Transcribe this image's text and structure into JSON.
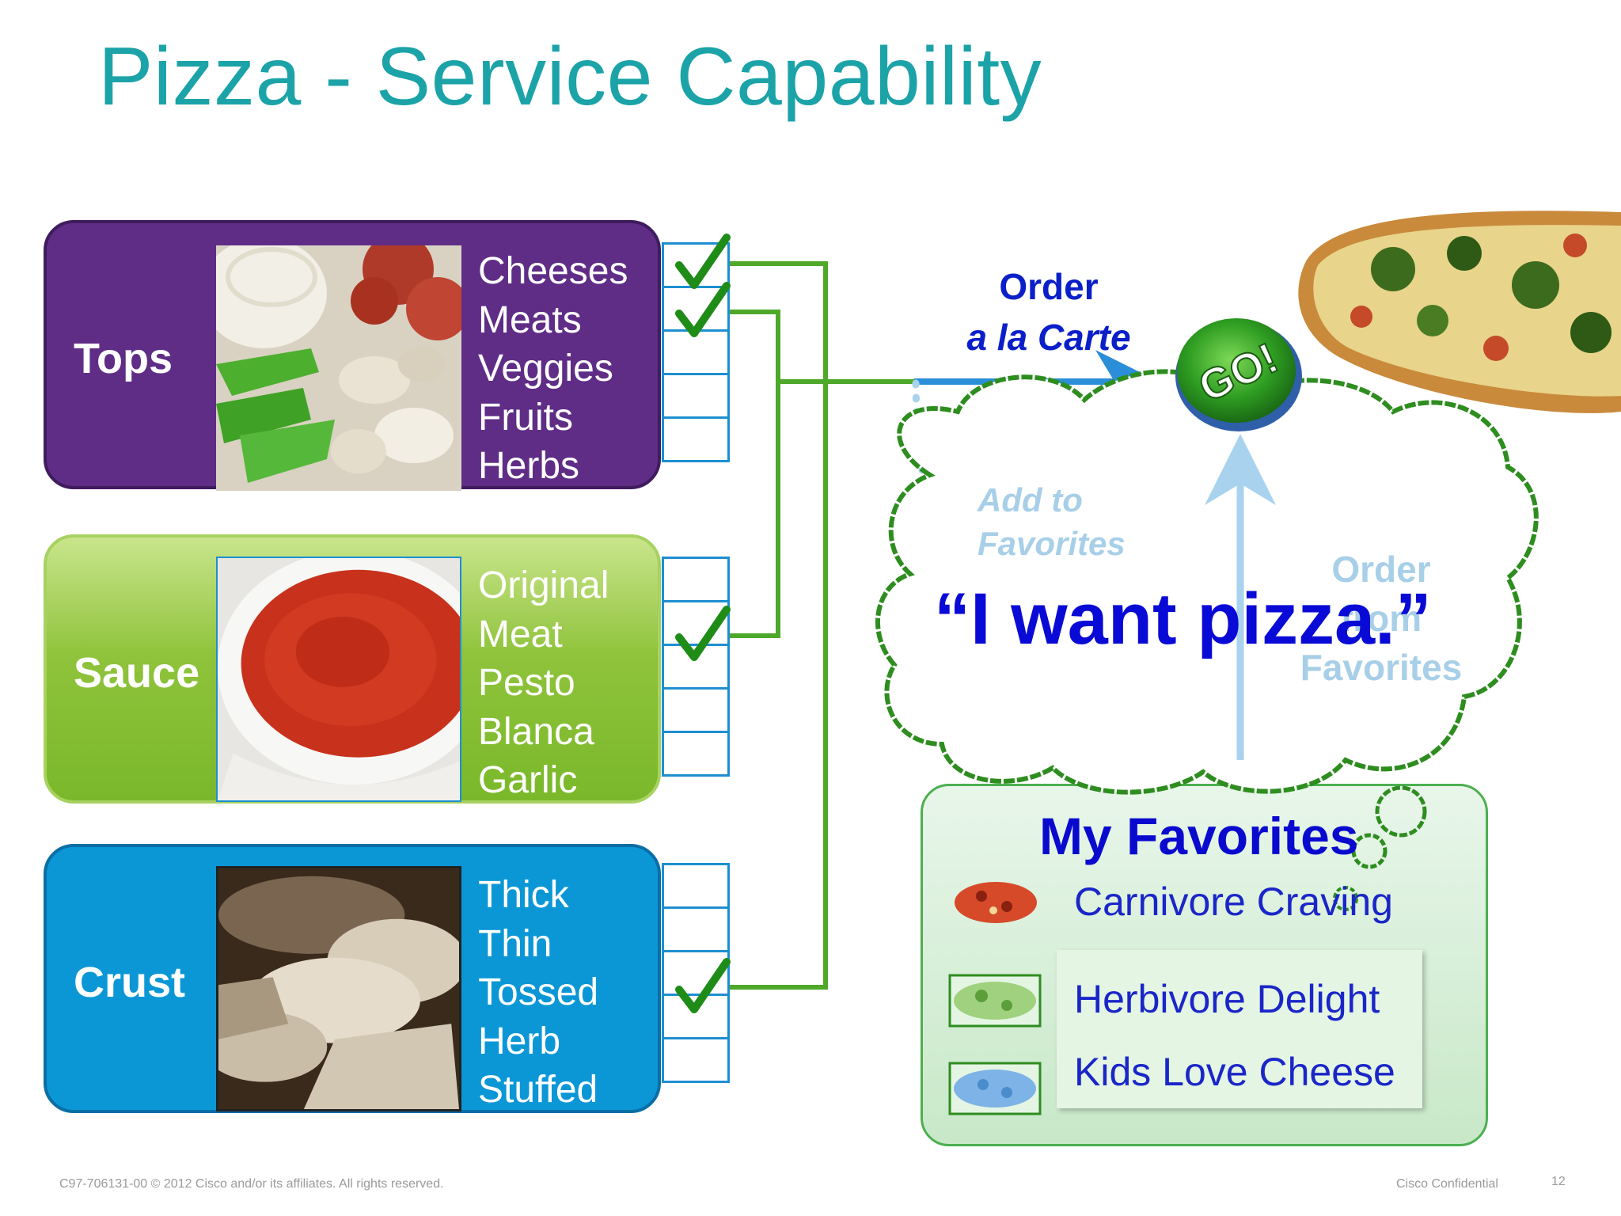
{
  "title": "Pizza - Service Capability",
  "panels": {
    "tops": {
      "label": "Tops",
      "options": [
        "Cheeses",
        "Meats",
        "Veggies",
        "Fruits",
        "Herbs"
      ],
      "checked": [
        true,
        true,
        false,
        false,
        false
      ]
    },
    "sauce": {
      "label": "Sauce",
      "options": [
        "Original",
        "Meat",
        "Pesto",
        "Blanca",
        "Garlic"
      ],
      "checked": [
        false,
        true,
        false,
        false,
        false
      ]
    },
    "crust": {
      "label": "Crust",
      "options": [
        "Thick",
        "Thin",
        "Tossed",
        "Herb",
        "Stuffed"
      ],
      "checked": [
        false,
        false,
        true,
        false,
        false
      ]
    }
  },
  "order_a_la_carte": {
    "line1": "Order",
    "line2": "a la Carte"
  },
  "go_button": "GO!",
  "add_to_favorites": {
    "line1": "Add to",
    "line2": "Favorites"
  },
  "order_from_favorites": {
    "line1": "Order",
    "line2": "from",
    "line3": "Favorites"
  },
  "thought": "“I want pizza.”",
  "favorites": {
    "title": "My Favorites",
    "items": [
      "Carnivore Craving",
      "Herbivore Delight",
      "Kids Love Cheese"
    ]
  },
  "footer": {
    "copyright": "C97-706131-00 © 2012 Cisco and/or its affiliates. All rights reserved.",
    "confidential": "Cisco Confidential",
    "page": "12"
  },
  "colors": {
    "title": "#1ba3a8",
    "tops": "#5f2d86",
    "sauce": "#8fc33b",
    "crust": "#0b97d6",
    "check": "#2a9a22",
    "quote": "#0a0ad6"
  }
}
